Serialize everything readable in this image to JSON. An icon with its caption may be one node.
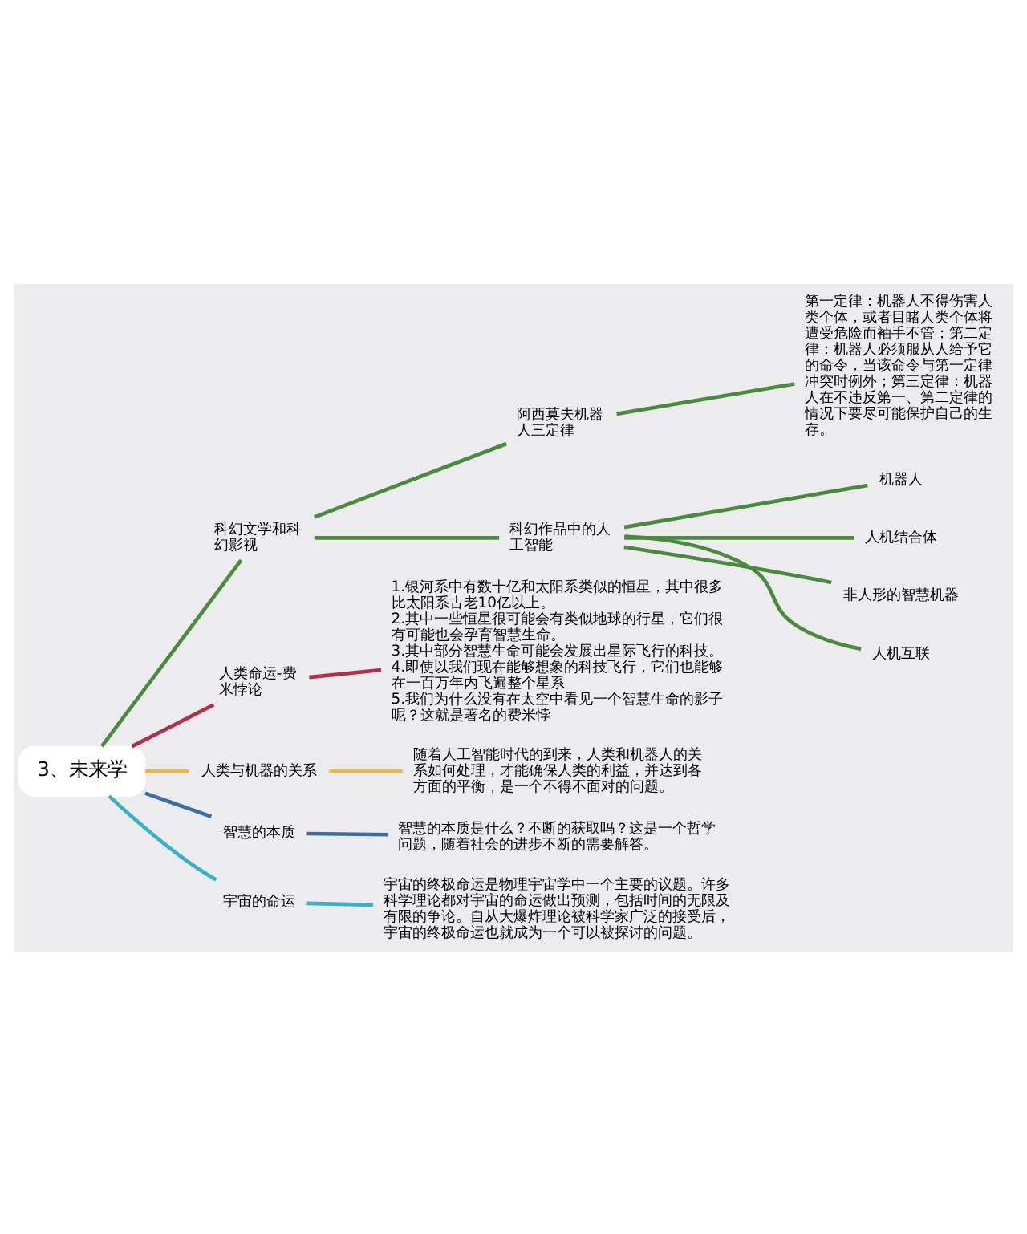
{
  "diagram": {
    "nodes": [
      {
        "text": [
          "3、未来学"
        ]
      },
      {
        "text": [
          "科幻文学和科幻影视"
        ]
      },
      {
        "text": [
          "阿西莫夫机器人三定律"
        ]
      },
      {
        "text": [
          "第一定律：机器人不得伤害人类个体，或者目睹人类个体将遭受危险而袖手不管；第二定律：机器人必须服从人给予它的命令，当该命令与第一定律冲突时例外；第三定律：机器人在不违反第一、第二定律的情况下要尽可能保护自己的生存。"
        ]
      },
      {
        "text": [
          "科幻作品中的人工智能"
        ]
      },
      {
        "text": [
          "机器人"
        ]
      },
      {
        "text": [
          "人机结合体"
        ]
      },
      {
        "text": [
          "非人形的智慧机器"
        ]
      },
      {
        "text": [
          "人机互联"
        ]
      },
      {
        "text": [
          "人类命运-费米悖论"
        ]
      },
      {
        "text": [
          "1.银河系中有数十亿和太阳系类似的恒星，其中很多比太阳系古老10亿以上。",
          "2.其中一些恒星很可能会有类似地球的行星，它们很有可能也会孕育智慧生命。",
          "3.其中部分智慧生命可能会发展出星际飞行的科技。",
          "4.即使以我们现在能够想象的科技飞行，它们也能够在一百万年内飞遍整个星系",
          "5.我们为什么没有在太空中看见一个智慧生命的影子呢？这就是著名的费米悖"
        ]
      },
      {
        "text": [
          "人类与机器的关系"
        ]
      },
      {
        "text": [
          "随着人工智能时代的到来，人类和机器人的关系如何处理，才能确保人类的利益，并达到各方面的平衡，是一个不得不面对的问题。"
        ]
      },
      {
        "text": [
          "智慧的本质"
        ]
      },
      {
        "text": [
          "智慧的本质是什么？不断的获取吗？这是一个哲学问题，随着社会的进步不断的需要解答。"
        ]
      },
      {
        "text": [
          "宇宙的命运"
        ]
      },
      {
        "text": [
          "宇宙的终极命运是物理宇宙学中一个主要的议题。许多科学理论都对宇宙的命运做出预测，包括时间的无限及有限的争论。自从大爆炸理论被科学家广泛的接受后，宇宙的终极命运也就成为一个可以被探讨的问题。"
        ]
      }
    ],
    "edges": [
      {
        "from": 0,
        "to": 1,
        "arrow": "none"
      },
      {
        "from": 1,
        "to": 2,
        "arrow": "none"
      },
      {
        "from": 2,
        "to": 3,
        "arrow": "none"
      },
      {
        "from": 1,
        "to": 4,
        "arrow": "none"
      },
      {
        "from": 4,
        "to": 5,
        "arrow": "none"
      },
      {
        "from": 4,
        "to": 6,
        "arrow": "none"
      },
      {
        "from": 4,
        "to": 7,
        "arrow": "none"
      },
      {
        "from": 4,
        "to": 8,
        "arrow": "none"
      },
      {
        "from": 0,
        "to": 9,
        "arrow": "none",
        "color": "#b03048"
      },
      {
        "from": 9,
        "to": 10,
        "arrow": "none",
        "color": "#b03048"
      },
      {
        "from": 0,
        "to": 11,
        "arrow": "none",
        "color": "#e8b84a"
      },
      {
        "from": 11,
        "to": 12,
        "arrow": "none",
        "color": "#e8b84a"
      },
      {
        "from": 0,
        "to": 13,
        "arrow": "none",
        "color": "#3a6ea5"
      },
      {
        "from": 13,
        "to": 14,
        "arrow": "none",
        "color": "#3a6ea5"
      },
      {
        "from": 0,
        "to": 15,
        "arrow": "none",
        "color": "#3ab0c8"
      },
      {
        "from": 15,
        "to": 16,
        "arrow": "none",
        "color": "#3ab0c8"
      }
    ]
  }
}
